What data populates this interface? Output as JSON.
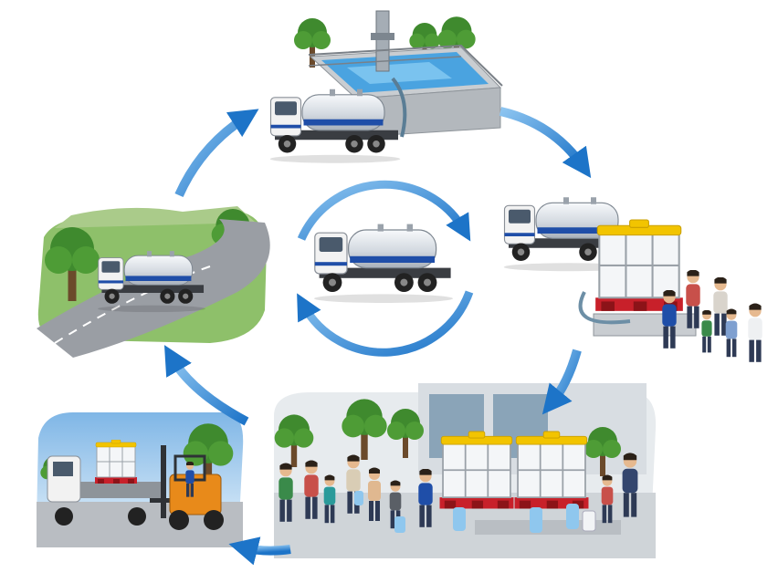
{
  "diagram": {
    "type": "cycle",
    "center": {
      "name": "water-tanker-truck",
      "icon": "tanker-truck-icon"
    },
    "steps": [
      {
        "name": "water-source-filling",
        "icon": "water-reservoir-icon"
      },
      {
        "name": "tank-installation-delivery",
        "icon": "water-tank-crate-icon"
      },
      {
        "name": "water-distribution-to-residents",
        "icon": "water-tap-queue-icon"
      },
      {
        "name": "forklift-loading-tanks",
        "icon": "forklift-icon"
      },
      {
        "name": "road-transport",
        "icon": "road-truck-icon"
      }
    ]
  },
  "colors": {
    "arrow": "#2a86d6",
    "arrow_light": "#8cc4f0",
    "tank_body": "#dfe4ea",
    "tank_stripe": "#1f4ea8",
    "cab": "#f2f2f2",
    "tank_cap": "#f2c400",
    "pallet": "#c8202a",
    "water": "#4aa3e0",
    "grass": "#5aa03c",
    "tree": "#3f8a2e",
    "road": "#9a9ea4",
    "sky": "#a9d2ee",
    "forklift": "#e88a1a"
  }
}
